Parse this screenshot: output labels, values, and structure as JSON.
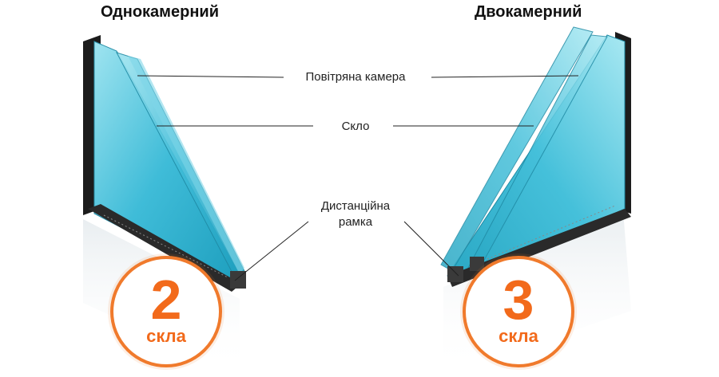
{
  "titles": {
    "left": "Однокамерний",
    "right": "Двокамерний"
  },
  "labels": {
    "air_chamber": "Повітряна камера",
    "glass": "Скло",
    "spacer_line1": "Дистанційна",
    "spacer_line2": "рамка"
  },
  "badges": {
    "left": {
      "number": "2",
      "word": "скла"
    },
    "right": {
      "number": "3",
      "word": "скла"
    }
  },
  "colors": {
    "accent": "#f26a1b",
    "glass": "#4fc6de",
    "frame": "#1a1a1a"
  }
}
